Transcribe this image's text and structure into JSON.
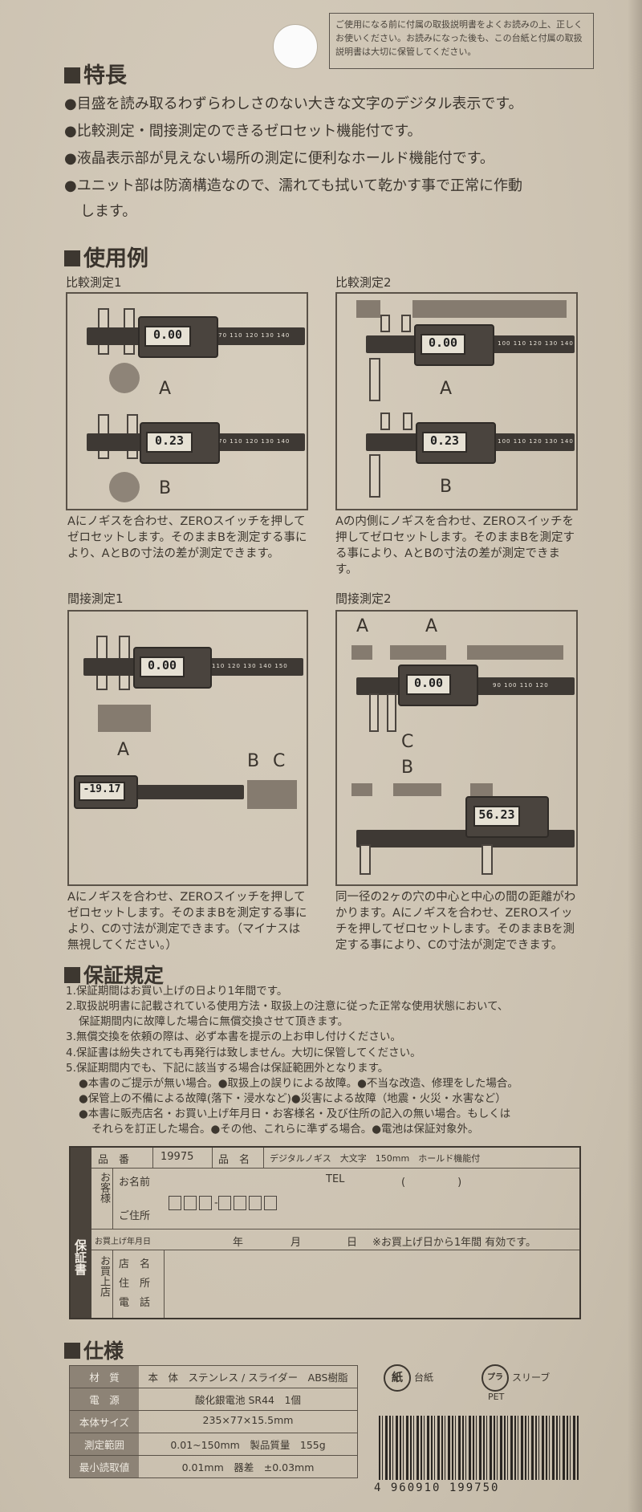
{
  "notice": "ご使用になる前に付属の取扱説明書をよくお読みの上、正しくお使いください。お読みになった後も、この台紙と付属の取扱説明書は大切に保管してください。",
  "features": {
    "title": "特長",
    "items": [
      "●目盛を読み取るわずらわしさのない大きな文字のデジタル表示です。",
      "●比較測定・間接測定のできるゼロセット機能付です。",
      "●液晶表示部が見えない場所の測定に便利なホールド機能付です。",
      "●ユニット部は防滴構造なので、濡れても拭いて乾かす事で正常に作動",
      "します。"
    ]
  },
  "usage": {
    "title": "使用例",
    "compare1": {
      "label": "比較測定1",
      "lcd_a": "0.00",
      "lcd_b": "0.23",
      "mark_a": "A",
      "mark_b": "B",
      "desc": "Aにノギスを合わせ、ZEROスイッチを押してゼロセットします。そのままBを測定する事により、AとBの寸法の差が測定できます。"
    },
    "compare2": {
      "label": "比較測定2",
      "lcd_a": "0.00",
      "lcd_b": "0.23",
      "mark_a": "A",
      "mark_b": "B",
      "desc": "Aの内側にノギスを合わせ、ZEROスイッチを押してゼロセットします。そのままBを測定する事により、AとBの寸法の差が測定できます。"
    },
    "indirect1": {
      "label": "間接測定1",
      "lcd_a": "0.00",
      "lcd_b": "-19.17",
      "mark_a": "A",
      "mark_b": "B",
      "mark_c": "C",
      "desc": "Aにノギスを合わせ、ZEROスイッチを押してゼロセットします。そのままBを測定する事により、Cの寸法が測定できます。（マイナスは無視してください。）"
    },
    "indirect2": {
      "label": "間接測定2",
      "lcd_a": "0.00",
      "lcd_b": "56.23",
      "mark_a1": "A",
      "mark_a2": "A",
      "mark_b": "B",
      "mark_c": "C",
      "desc": "同一径の2ヶの穴の中心と中心の間の距離がわかります。Aにノギスを合わせ、ZEROスイッチを押してゼロセットします。そのままBを測定する事により、Cの寸法が測定できます。"
    }
  },
  "warranty": {
    "title": "保証規定",
    "lines": [
      "1.保証期間はお買い上げの日より1年間です。",
      "2.取扱説明書に記載されている使用方法・取扱上の注意に従った正常な使用状態において、",
      "保証期間内に故障した場合に無償交換させて頂きます。",
      "3.無償交換を依頼の際は、必ず本書を提示の上お申し付けください。",
      "4.保証書は紛失されても再発行は致しません。大切に保管してください。",
      "5.保証期間内でも、下記に該当する場合は保証範囲外となります。",
      "●本書のご提示が無い場合。●取扱上の誤りによる故障。●不当な改造、修理をした場合。",
      "●保管上の不備による故障(落下・浸水など)●災害による故障（地震・火災・水害など）",
      "●本書に販売店名・お買い上げ年月日・お客様名・及び住所の記入の無い場合。もしくは",
      "それらを訂正した場合。●その他、これらに準ずる場合。●電池は保証対象外。"
    ]
  },
  "card": {
    "side_label": "保証書",
    "product_no_label": "品　番",
    "product_no": "19975",
    "product_name_label": "品　名",
    "product_name": "デジタルノギス　大文字　150mm　ホールド機能付",
    "customer_label": "お客様",
    "name_label": "お名前",
    "tel_label": "TEL",
    "tel_parens": "(　　　　　)",
    "address_label": "ご住所",
    "zip_sep": "-",
    "date_label": "お買上げ年月日",
    "year": "年",
    "month": "月",
    "day": "日",
    "validity": "※お買上げ日から1年間 有効です。",
    "shop_label": "お買上店",
    "shop_name": "店　名",
    "shop_addr": "住　所",
    "shop_tel": "電　話"
  },
  "specs": {
    "title": "仕様",
    "rows": [
      {
        "k": "材　質",
        "v": "本　体　ステンレス / スライダー　ABS樹脂"
      },
      {
        "k": "電　源",
        "v": "酸化銀電池 SR44　1個"
      },
      {
        "k": "本体サイズ",
        "v": "235×77×15.5mm"
      },
      {
        "k": "測定範囲",
        "v": "0.01~150mm　製品質量　155g"
      },
      {
        "k": "最小読取値",
        "v": "0.01mm　器差　±0.03mm"
      }
    ]
  },
  "recycle": {
    "paper": "紙",
    "paper_label": "台紙",
    "plastic": "プラ",
    "plastic_label": "スリーブ",
    "pet": "PET"
  },
  "barcode": "4 960910 199750"
}
